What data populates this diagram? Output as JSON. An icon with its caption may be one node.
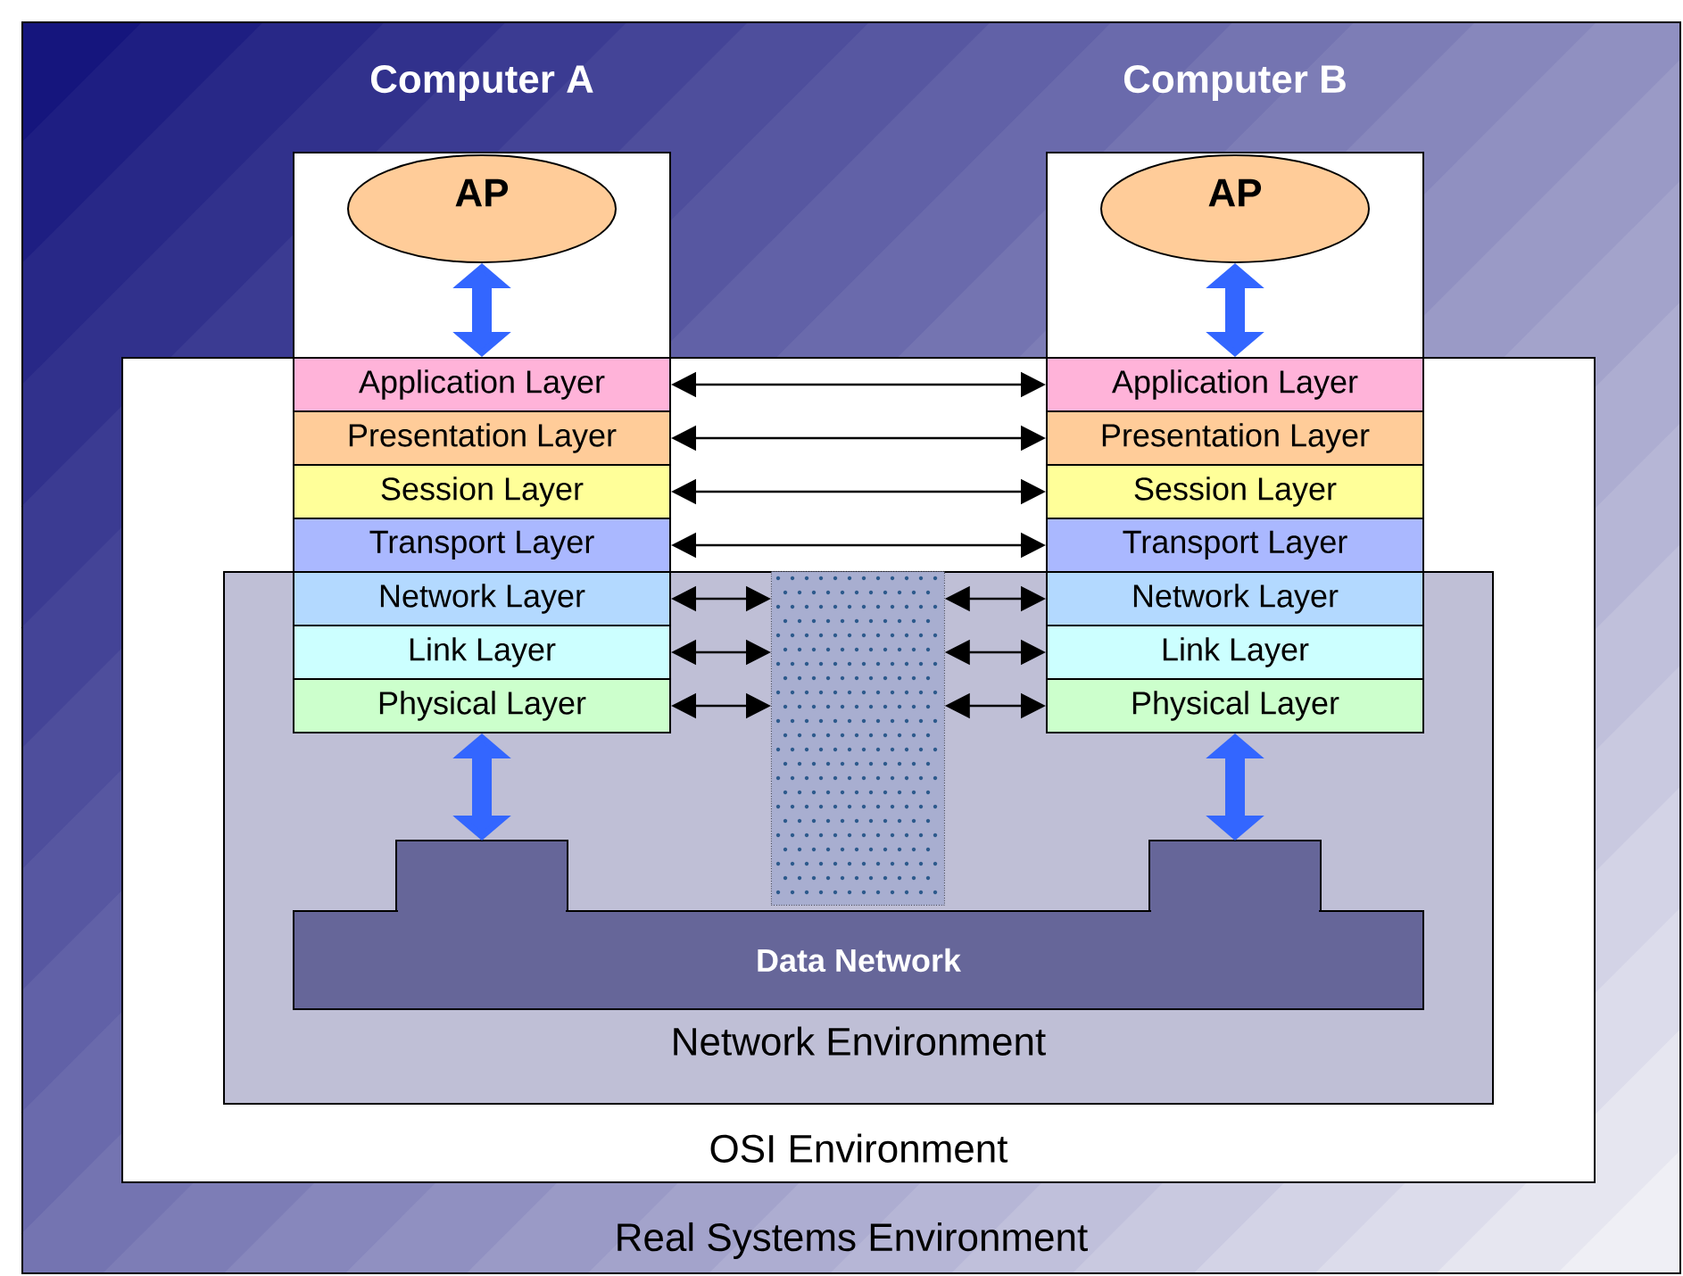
{
  "diagram": {
    "nodes": [
      {
        "text": [
          "Real Systems Environment"
        ]
      },
      {
        "text": [
          "OSI Environment"
        ],
        "in": 0
      },
      {
        "text": [
          "Network Environment"
        ],
        "in": 1
      },
      {
        "text": [
          "Computer A"
        ],
        "in": 0
      },
      {
        "text": [
          "AP"
        ],
        "in": 3
      },
      {
        "text": [
          "Application Layer"
        ],
        "in": 1
      },
      {
        "text": [
          "Presentation  Layer"
        ],
        "in": 1
      },
      {
        "text": [
          "Session Layer"
        ],
        "in": 1
      },
      {
        "text": [
          "Transport Layer"
        ],
        "in": 1
      },
      {
        "text": [
          "Network Layer"
        ],
        "in": 2
      },
      {
        "text": [
          "Link Layer"
        ],
        "in": 2
      },
      {
        "text": [
          "Physical Layer"
        ],
        "in": 2
      },
      {
        "text": [
          "Computer B"
        ],
        "in": 0
      },
      {
        "text": [
          "AP"
        ],
        "in": 12
      },
      {
        "text": [
          "Application Layer"
        ],
        "in": 1
      },
      {
        "text": [
          "Presentation  Layer"
        ],
        "in": 1
      },
      {
        "text": [
          "Session Layer"
        ],
        "in": 1
      },
      {
        "text": [
          "Transport Layer"
        ],
        "in": 1
      },
      {
        "text": [
          "Network Layer"
        ],
        "in": 2
      },
      {
        "text": [
          "Link Layer"
        ],
        "in": 2
      },
      {
        "text": [
          "Physical Layer"
        ],
        "in": 2
      },
      {
        "text": [],
        "shape": "box",
        "in": 2
      },
      {
        "text": [
          "Data Network"
        ],
        "in": 2
      }
    ],
    "edges": [
      {
        "from": 4,
        "to": 5,
        "arrow": "both",
        "style": "thick",
        "color": "#3366ff"
      },
      {
        "from": 13,
        "to": 14,
        "arrow": "both",
        "style": "thick",
        "color": "#3366ff"
      },
      {
        "from": 5,
        "to": 14,
        "arrow": "both"
      },
      {
        "from": 6,
        "to": 15,
        "arrow": "both"
      },
      {
        "from": 7,
        "to": 16,
        "arrow": "both"
      },
      {
        "from": 8,
        "to": 17,
        "arrow": "both"
      },
      {
        "from": 9,
        "to": 21,
        "arrow": "both"
      },
      {
        "from": 21,
        "to": 18,
        "arrow": "both"
      },
      {
        "from": 10,
        "to": 21,
        "arrow": "both"
      },
      {
        "from": 21,
        "to": 19,
        "arrow": "both"
      },
      {
        "from": 11,
        "to": 21,
        "arrow": "both"
      },
      {
        "from": 21,
        "to": 20,
        "arrow": "both"
      },
      {
        "from": 11,
        "to": 22,
        "arrow": "both",
        "style": "thick",
        "color": "#3366ff"
      },
      {
        "from": 20,
        "to": 22,
        "arrow": "both",
        "style": "thick",
        "color": "#3366ff"
      }
    ]
  }
}
